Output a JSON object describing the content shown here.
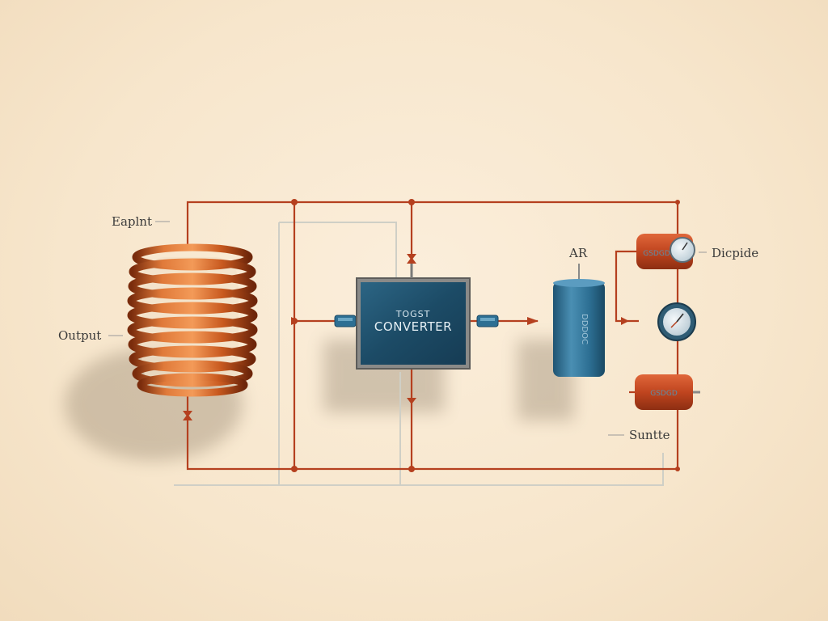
{
  "labels": {
    "inductor_top": "Eaplnt",
    "inductor_side": "Output",
    "capacitor": "AR",
    "resistor_top": "Dicpide",
    "resistor_bottom": "Suntte"
  },
  "converter": {
    "line1": "TOGST",
    "line2": "CONVERTER"
  },
  "capacitor_text": "DDDOC",
  "resistor_text": "GSDGD",
  "colors": {
    "wire": "#b5401f",
    "ghost_wire": "#cfcfc6",
    "copper": "#c8591f",
    "converter": "#1f4f6b",
    "capacitor": "#2d6f93",
    "resistor": "#c0451f",
    "background": "#f7e6cc"
  }
}
